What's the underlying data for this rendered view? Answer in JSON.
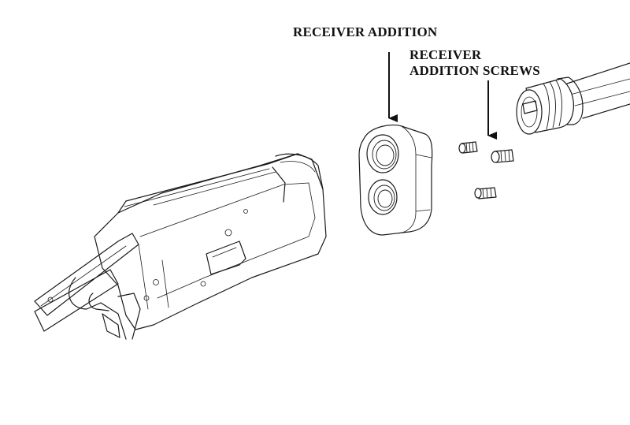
{
  "callouts": {
    "receiver_addition": "RECEIVER ADDITION",
    "screws_line1": "RECEIVER",
    "screws_line2": "ADDITION SCREWS"
  },
  "colors": {
    "line": "#1a1a1a",
    "background": "#ffffff"
  }
}
